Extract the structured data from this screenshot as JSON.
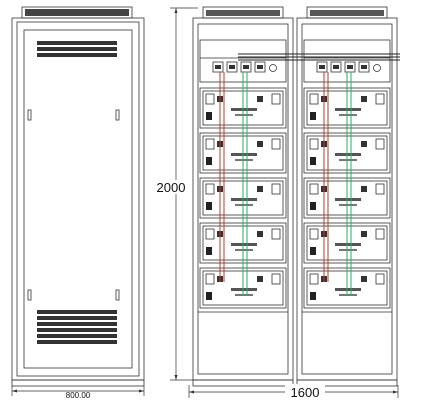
{
  "drawing": {
    "front_width_label": "800.00",
    "height_label": "2000",
    "total_width_label": "1600",
    "cabinet_count": 2,
    "modules_per_cabinet": 5,
    "colors": {
      "line": "#333333",
      "cable_red": "#c0392b",
      "cable_green": "#27ae60",
      "cable_dark": "#222222"
    }
  }
}
